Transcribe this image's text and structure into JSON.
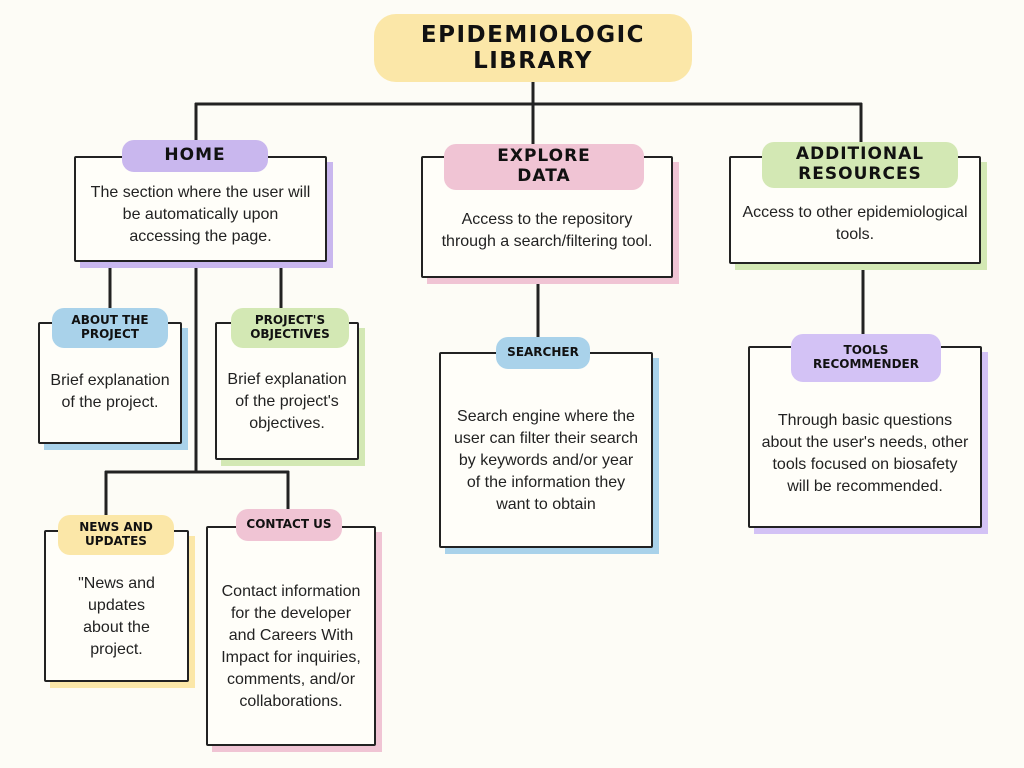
{
  "colors": {
    "yellow": "#fbe7a8",
    "purple": "#c9b7ee",
    "pink": "#f0c4d4",
    "green": "#d3e8b4",
    "blue": "#a9d2ea",
    "lavender": "#d3c2f5"
  },
  "title": "EPIDEMIOLOGIC LIBRARY",
  "home": {
    "tag": "HOME",
    "text": "The section where the user will be automatically upon accessing the page."
  },
  "explore": {
    "tag": "EXPLORE DATA",
    "text": "Access to the repository through a search/filtering tool."
  },
  "additional": {
    "tag": "ADDITIONAL RESOURCES",
    "text": "Access to other epidemiological tools."
  },
  "about": {
    "tag": "ABOUT THE PROJECT",
    "text": "Brief explanation of the project."
  },
  "objectives": {
    "tag": "PROJECT'S OBJECTIVES",
    "text": "Brief explanation of the project's objectives."
  },
  "news": {
    "tag": "NEWS AND UPDATES",
    "text": "\"News and updates about the project."
  },
  "contact": {
    "tag": "CONTACT US",
    "text": "Contact information for the developer and Careers With Impact for inquiries, comments, and/or collaborations."
  },
  "searcher": {
    "tag": "SEARCHER",
    "text": "Search engine where the user can filter their search by keywords and/or year of the information they want to obtain"
  },
  "tools": {
    "tag": "TOOLS RECOMMENDER",
    "text": "Through basic questions about the user's needs, other tools focused on biosafety will be recommended."
  }
}
